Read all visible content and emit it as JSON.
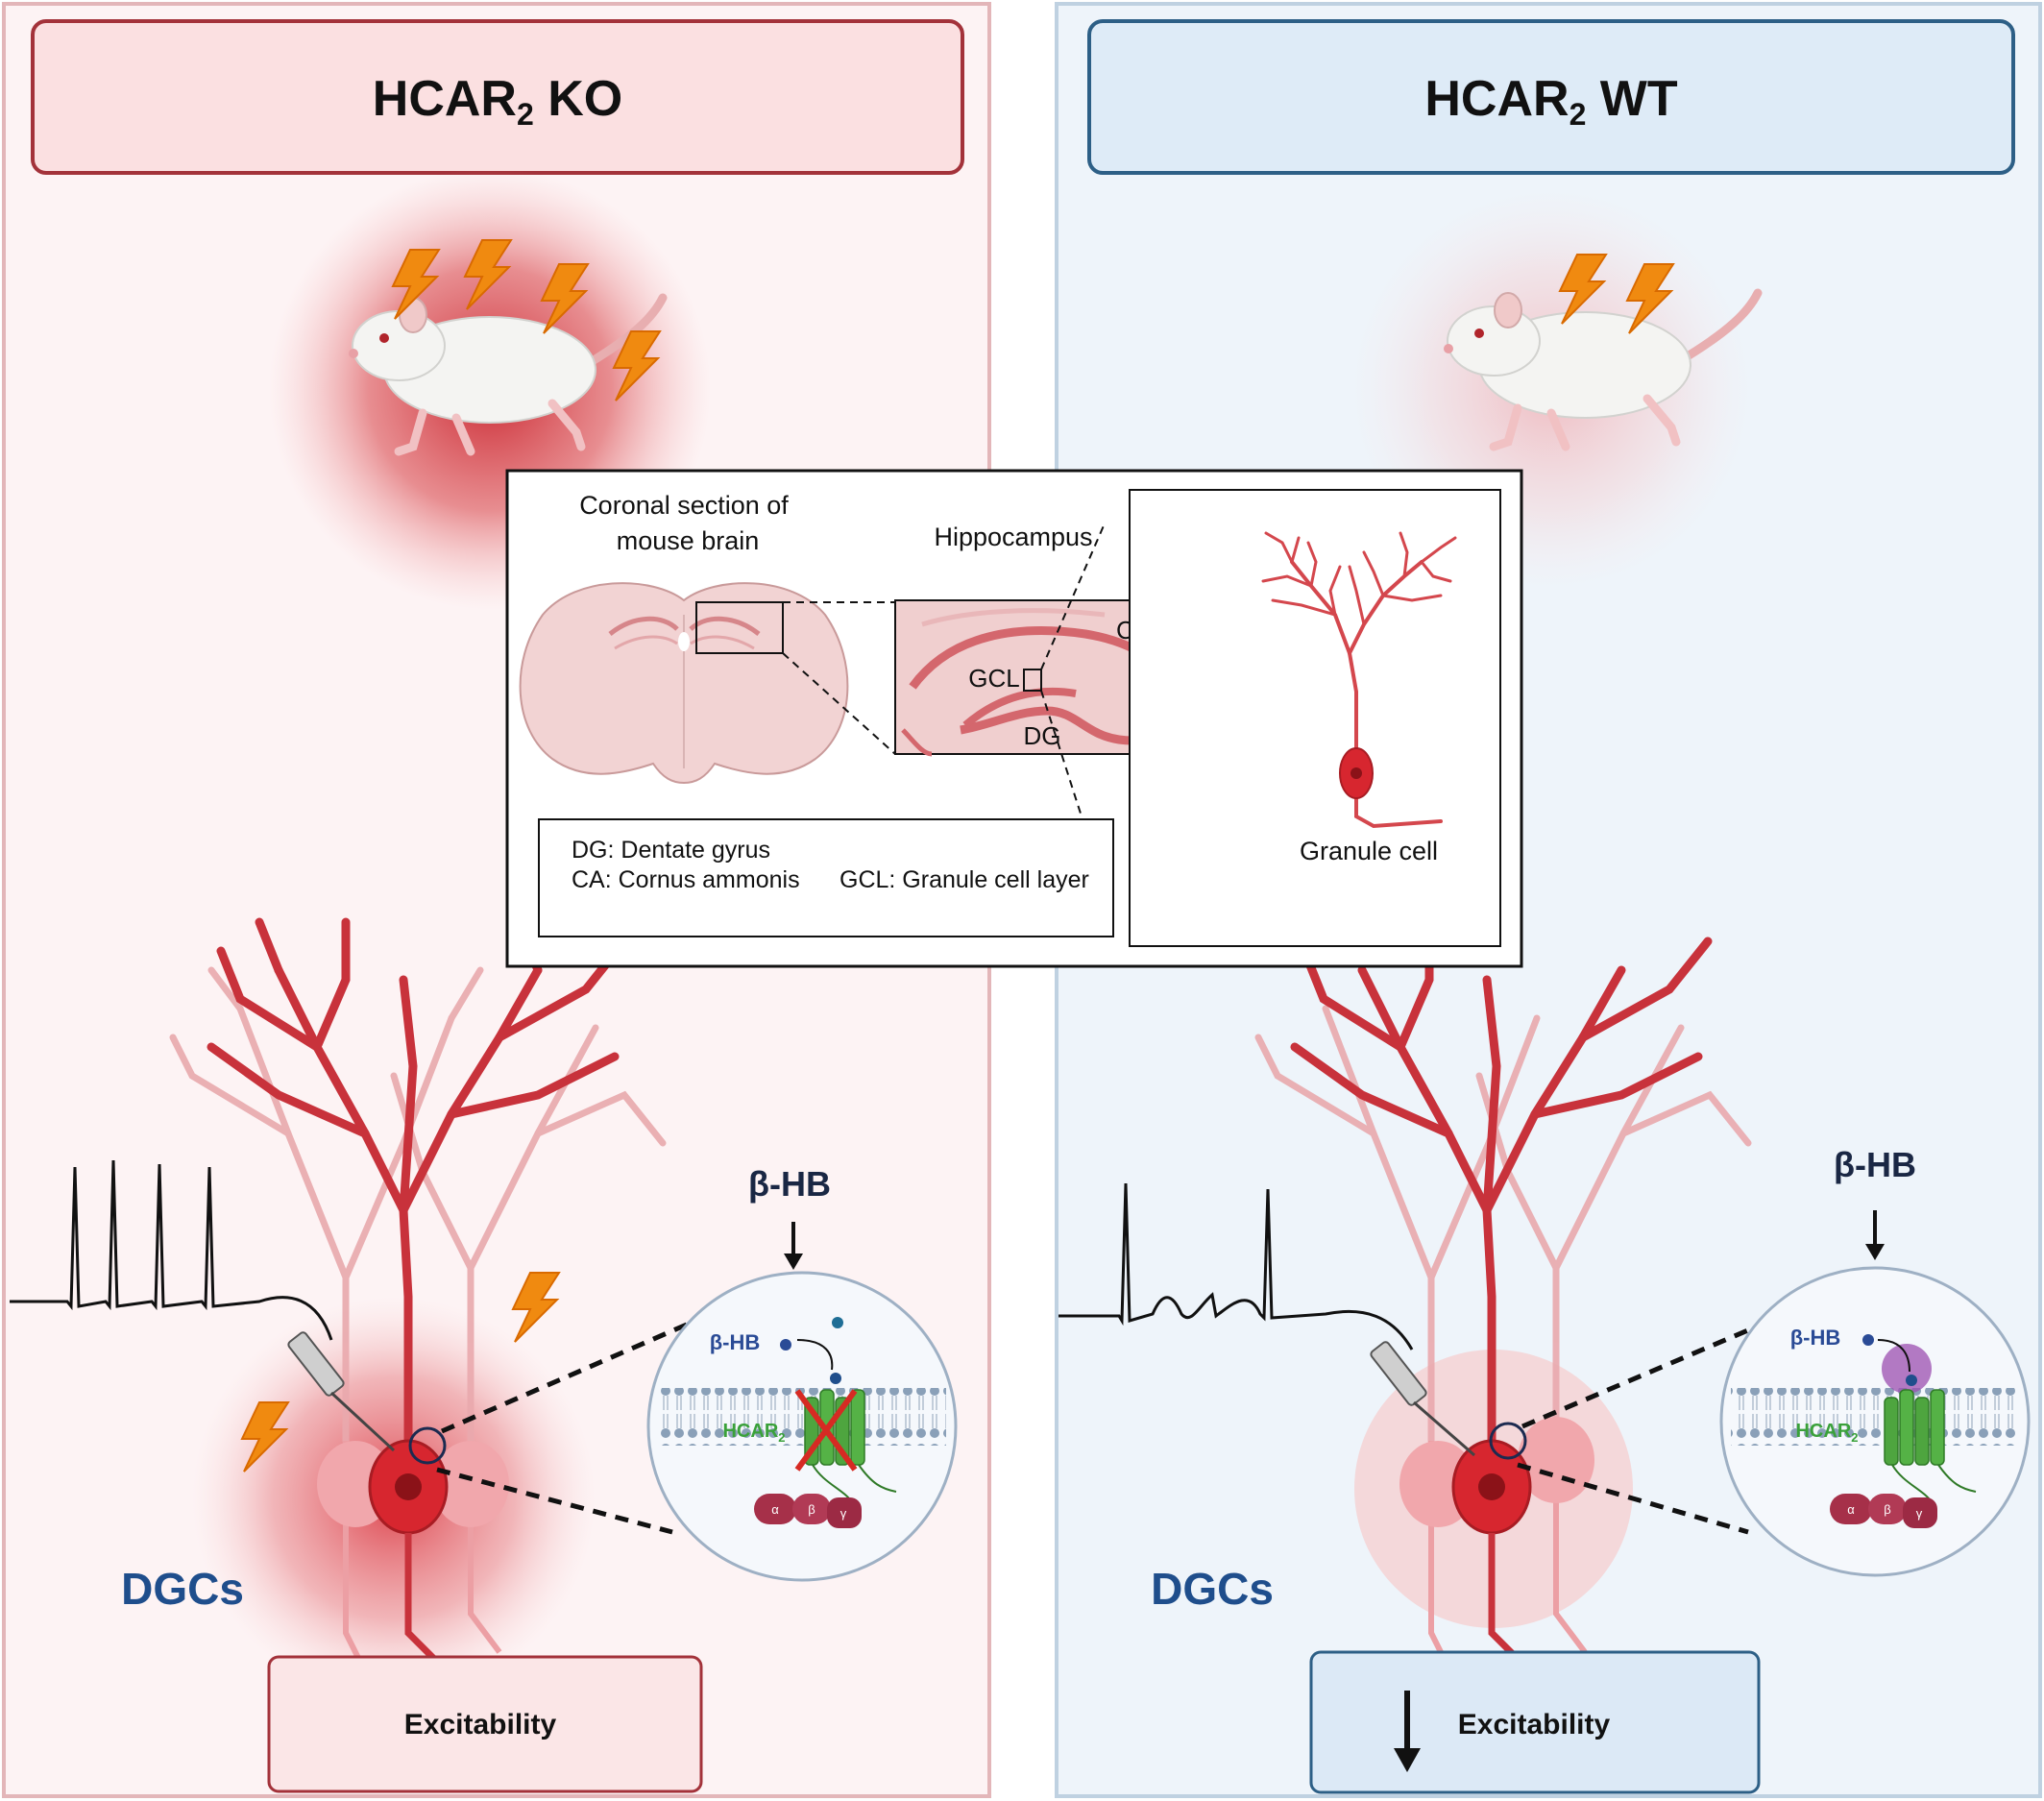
{
  "left_panel": {
    "title_main": "HCAR",
    "title_sub": "2",
    "title_tail": " KO",
    "beta_hb_label": "β-HB",
    "zoom_beta_hb_label": "β-HB",
    "receptor_label_main": "HCAR",
    "receptor_label_sub": "2",
    "cells_label": "DGCs",
    "outcome_label": "Excitability",
    "g_protein": [
      "α",
      "β",
      "γ"
    ]
  },
  "right_panel": {
    "title_main": "HCAR",
    "title_sub": "2",
    "title_tail": " WT",
    "beta_hb_label": "β-HB",
    "zoom_beta_hb_label": "β-HB",
    "receptor_label_main": "HCAR",
    "receptor_label_sub": "2",
    "cells_label": "DGCs",
    "outcome_label": "Excitability",
    "g_protein": [
      "α",
      "β",
      "γ"
    ]
  },
  "inset": {
    "brain_title_line1": "Coronal section of",
    "brain_title_line2": "mouse brain",
    "hippocampus_label": "Hippocampus",
    "ca_label": "CA",
    "gcl_label": "GCL",
    "dg_label": "DG",
    "granule_cell_label": "Granule cell",
    "legend_line1": "DG: Dentate gyrus",
    "legend_line2a": "CA: Cornus ammonis",
    "legend_line2b": "GCL: Granule cell layer"
  },
  "colors": {
    "ko_border": "#a3323a",
    "ko_fill": "#fbe3e4",
    "wt_border": "#2d5f86",
    "wt_fill": "#deebf7",
    "neuron_red": "#c8323b",
    "label_blue": "#1f4e8c",
    "receptor_green": "#3aa13a",
    "bolt_orange": "#f08a10"
  }
}
